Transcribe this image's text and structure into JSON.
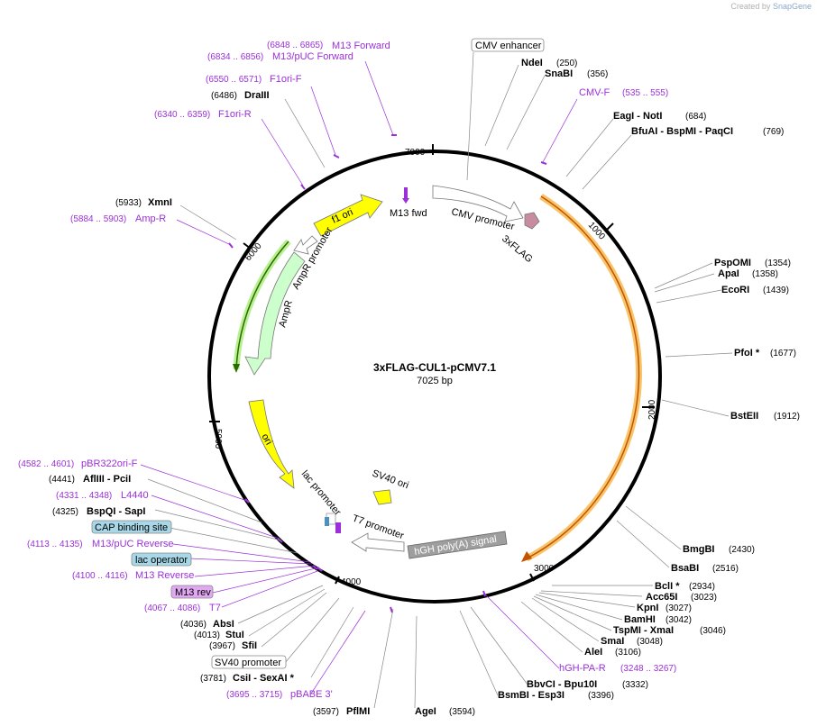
{
  "credit": {
    "prefix": "Created by",
    "brand": "SnapGene"
  },
  "title": "3xFLAG-CUL1-pCMV7.1",
  "size_label": "7025 bp",
  "colors": {
    "primer": "#9b30d9",
    "ring": "#000000",
    "orange": "#f5a000",
    "green": "#2a8a00"
  },
  "ticks": [
    "7000",
    "1000",
    "2000",
    "3000",
    "4000",
    "5000",
    "6000"
  ],
  "features": {
    "f1_ori": "f1 ori",
    "m13_fwd": "M13 fwd",
    "cmv_promoter": "CMV promoter",
    "flag": "3xFLAG",
    "ampr_promoter": "AmpR promoter",
    "ampr": "AmpR",
    "ori": "ori",
    "lac_promoter": "lac promoter",
    "sv40_ori": "SV40 ori",
    "t7_promoter": "T7 promoter",
    "hgh": "hGH poly(A) signal"
  },
  "labels": [
    {
      "name": "M13 Forward",
      "pos": "(6848 .. 6865)",
      "kind": "primer"
    },
    {
      "name": "M13/pUC Forward",
      "pos": "(6834 .. 6856)",
      "kind": "primer"
    },
    {
      "name": "F1ori-F",
      "pos": "(6550 .. 6571)",
      "kind": "primer"
    },
    {
      "name": "DraIII",
      "pos": "(6486)",
      "kind": "enzyme"
    },
    {
      "name": "F1ori-R",
      "pos": "(6340 .. 6359)",
      "kind": "primer"
    },
    {
      "name": "XmnI",
      "pos": "(5933)",
      "kind": "enzyme"
    },
    {
      "name": "Amp-R",
      "pos": "(5884 .. 5903)",
      "kind": "primer"
    },
    {
      "name": "CMV enhancer",
      "pos": "",
      "kind": "boxed"
    },
    {
      "name": "NdeI",
      "pos": "(250)",
      "kind": "enzyme"
    },
    {
      "name": "SnaBI",
      "pos": "(356)",
      "kind": "enzyme"
    },
    {
      "name": "CMV-F",
      "pos": "(535 .. 555)",
      "kind": "primer"
    },
    {
      "name": "EagI - NotI",
      "pos": "(684)",
      "kind": "enzyme"
    },
    {
      "name": "BfuAI - BspMI - PaqCI",
      "pos": "(769)",
      "kind": "enzyme"
    },
    {
      "name": "PspOMI",
      "pos": "(1354)",
      "kind": "enzyme"
    },
    {
      "name": "ApaI",
      "pos": "(1358)",
      "kind": "enzyme"
    },
    {
      "name": "EcoRI",
      "pos": "(1439)",
      "kind": "enzyme"
    },
    {
      "name": "PfoI *",
      "pos": "(1677)",
      "kind": "enzyme"
    },
    {
      "name": "BstEII",
      "pos": "(1912)",
      "kind": "enzyme"
    },
    {
      "name": "BmgBI",
      "pos": "(2430)",
      "kind": "enzyme"
    },
    {
      "name": "BsaBI",
      "pos": "(2516)",
      "kind": "enzyme"
    },
    {
      "name": "BclI *",
      "pos": "(2934)",
      "kind": "enzyme"
    },
    {
      "name": "Acc65I",
      "pos": "(3023)",
      "kind": "enzyme"
    },
    {
      "name": "KpnI",
      "pos": "(3027)",
      "kind": "enzyme"
    },
    {
      "name": "BamHI",
      "pos": "(3042)",
      "kind": "enzyme"
    },
    {
      "name": "TspMI - XmaI",
      "pos": "(3046)",
      "kind": "enzyme"
    },
    {
      "name": "SmaI",
      "pos": "(3048)",
      "kind": "enzyme"
    },
    {
      "name": "AleI",
      "pos": "(3106)",
      "kind": "enzyme"
    },
    {
      "name": "hGH-PA-R",
      "pos": "(3248 .. 3267)",
      "kind": "primer"
    },
    {
      "name": "BbvCI - Bpu10I",
      "pos": "(3332)",
      "kind": "enzyme"
    },
    {
      "name": "BsmBI - Esp3I",
      "pos": "(3396)",
      "kind": "enzyme"
    },
    {
      "name": "AgeI",
      "pos": "(3594)",
      "kind": "enzyme"
    },
    {
      "name": "PflMI",
      "pos": "(3597)",
      "kind": "enzyme"
    },
    {
      "name": "pBABE 3'",
      "pos": "(3695 .. 3715)",
      "kind": "primer"
    },
    {
      "name": "CsiI - SexAI *",
      "pos": "(3781)",
      "kind": "enzyme"
    },
    {
      "name": "SV40 promoter",
      "pos": "",
      "kind": "boxed"
    },
    {
      "name": "SfiI",
      "pos": "(3967)",
      "kind": "enzyme"
    },
    {
      "name": "StuI",
      "pos": "(4013)",
      "kind": "enzyme"
    },
    {
      "name": "AbsI",
      "pos": "(4036)",
      "kind": "enzyme"
    },
    {
      "name": "T7",
      "pos": "(4067 .. 4086)",
      "kind": "primer"
    },
    {
      "name": "M13 rev",
      "pos": "",
      "kind": "boxed-purple"
    },
    {
      "name": "M13 Reverse",
      "pos": "(4100 .. 4116)",
      "kind": "primer"
    },
    {
      "name": "lac operator",
      "pos": "",
      "kind": "boxed-teal"
    },
    {
      "name": "M13/pUC Reverse",
      "pos": "(4113 .. 4135)",
      "kind": "primer"
    },
    {
      "name": "CAP binding site",
      "pos": "",
      "kind": "boxed-teal"
    },
    {
      "name": "BspQI - SapI",
      "pos": "(4325)",
      "kind": "enzyme"
    },
    {
      "name": "L4440",
      "pos": "(4331 .. 4348)",
      "kind": "primer"
    },
    {
      "name": "AflIII - PciI",
      "pos": "(4441)",
      "kind": "enzyme"
    },
    {
      "name": "pBR322ori-F",
      "pos": "(4582 .. 4601)",
      "kind": "primer"
    }
  ]
}
